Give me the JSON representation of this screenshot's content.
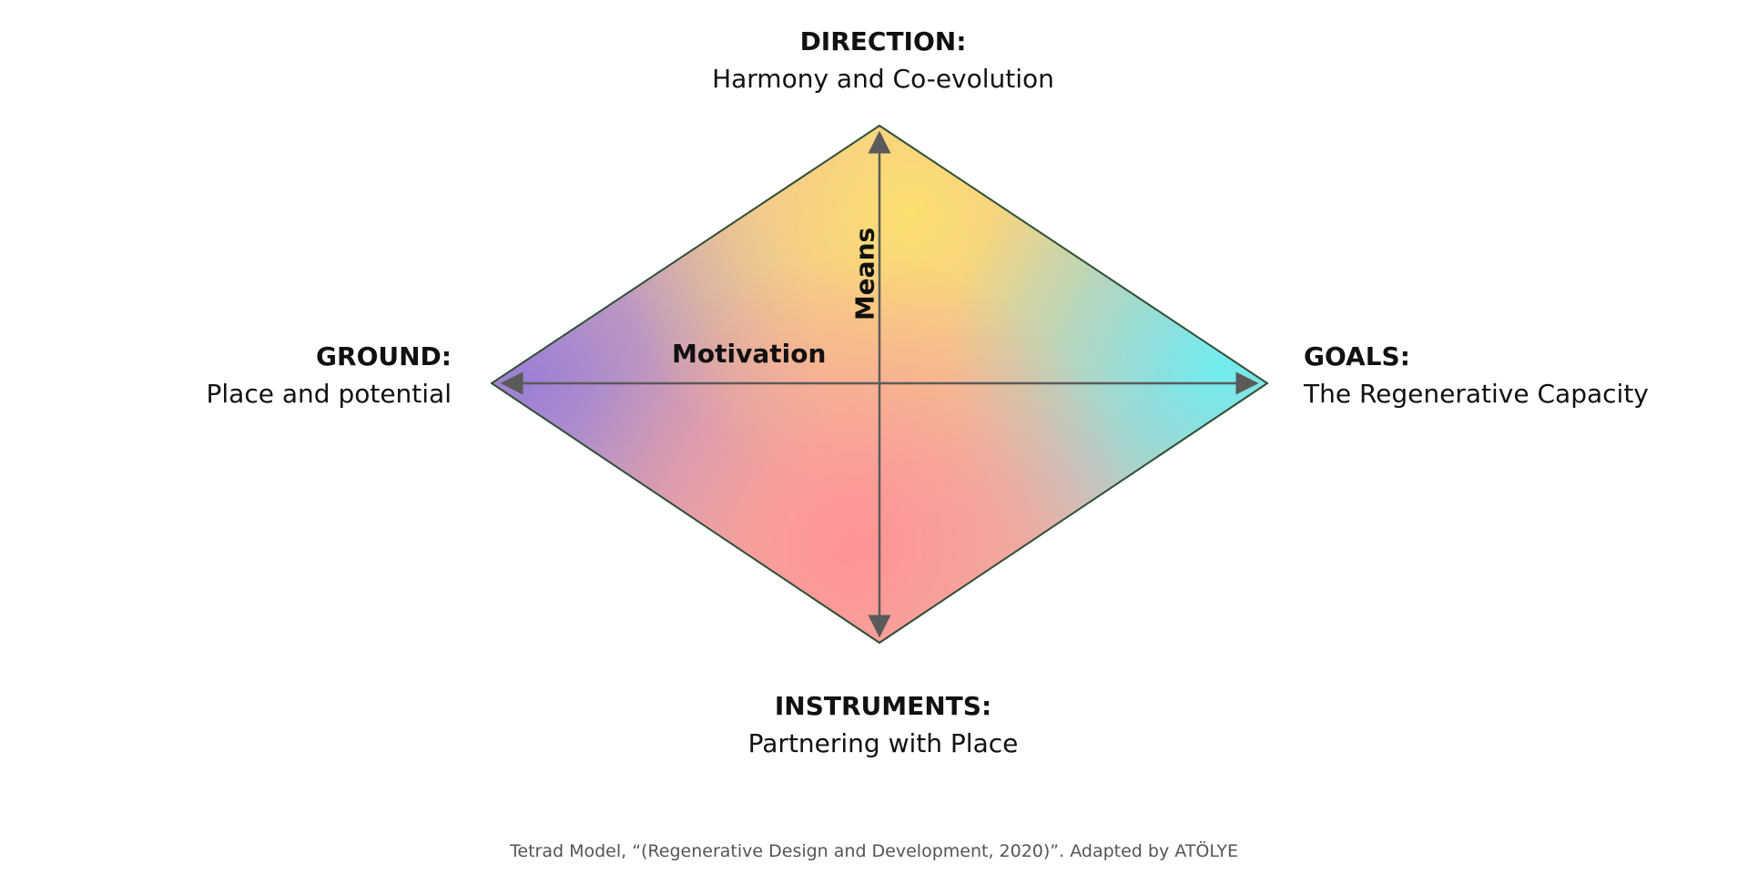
{
  "diagram": {
    "nodes": {
      "top": {
        "heading": "DIRECTION:",
        "sub": "Harmony and Co-evolution"
      },
      "bottom": {
        "heading": "INSTRUMENTS:",
        "sub": "Partnering with Place"
      },
      "left": {
        "heading": "GROUND:",
        "sub": "Place and potential"
      },
      "right": {
        "heading": "GOALS:",
        "sub": "The Regenerative Capacity"
      }
    },
    "axes": {
      "horizontal": "Motivation",
      "vertical": "Means"
    },
    "colors": {
      "purple": "#9b7fd6",
      "yellow": "#fddf6e",
      "cyan": "#6fecef",
      "pink": "#ff9393",
      "outline": "#2e4f36",
      "arrow": "#5a5a5a"
    }
  },
  "caption": "Tetrad Model, “(Regenerative Design and Development, 2020)”. Adapted by ATÖLYE"
}
